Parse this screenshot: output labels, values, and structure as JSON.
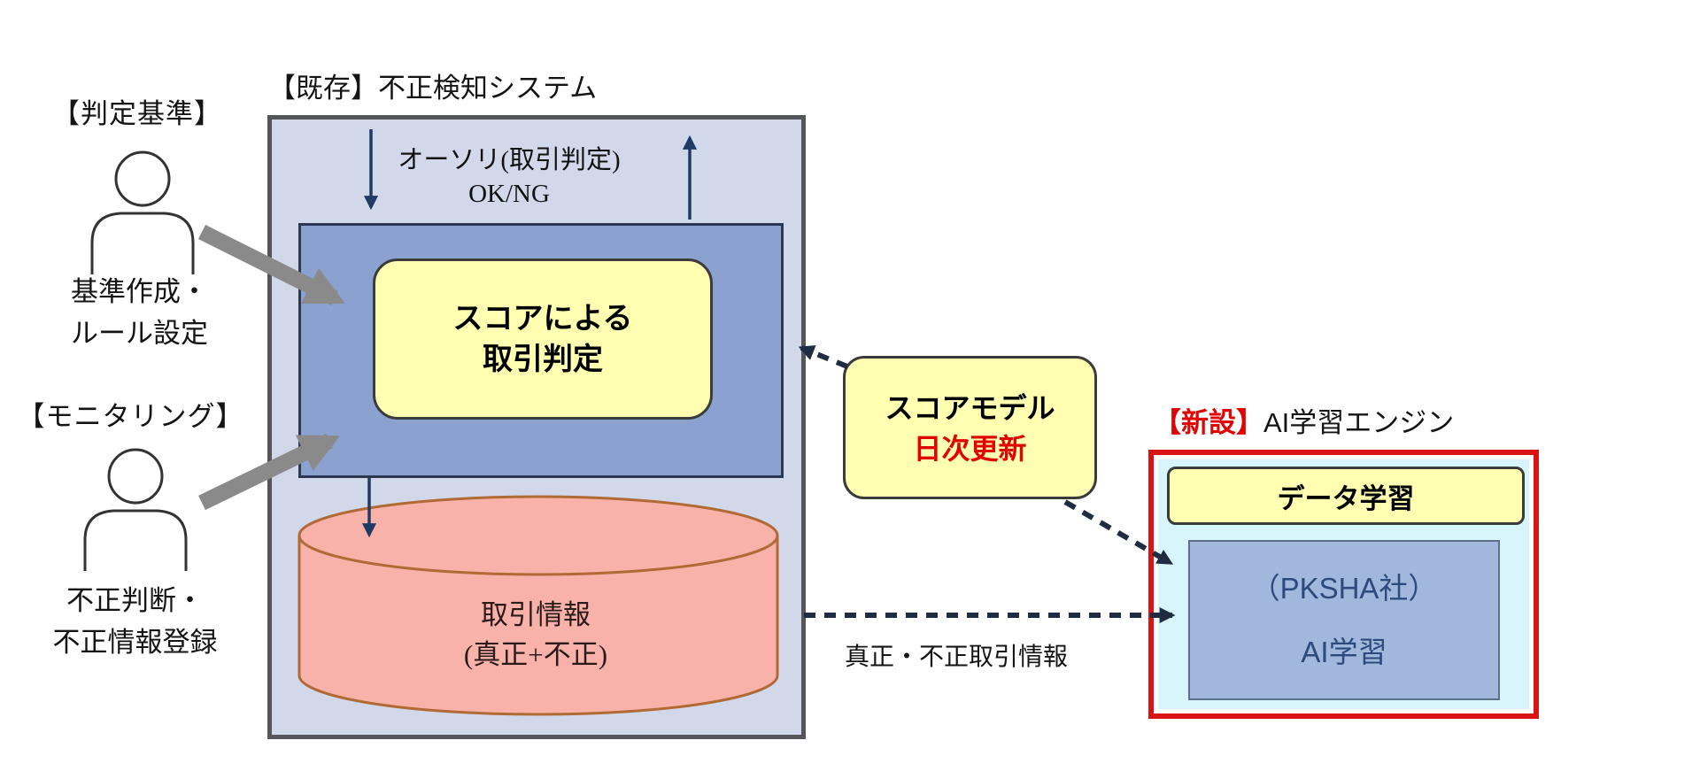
{
  "diagram": {
    "kind": "architecture-diagram",
    "colors": {
      "accent_red": "#da1414",
      "red_text": "#e00404",
      "yellow_box": "#feffb0",
      "main_box_fill": "#d1d8e9",
      "inner_box_fill": "#8ba1d0",
      "cylinder_fill": "#f9b2a9",
      "cylinder_stroke": "#b26a35",
      "ai_engine_fill": "#d8f5fb",
      "pksha_fill": "#a1b7db",
      "navy_arrow": "#203a66",
      "gray_arrow": "#8a8a8a",
      "dashed_arrow": "#202c42"
    }
  },
  "actors": [
    {
      "heading": "【判定基準】",
      "icon": "person",
      "caption_line1": "基準作成・",
      "caption_line2": "ルール設定"
    },
    {
      "heading": "【モニタリング】",
      "icon": "person",
      "caption_line1": "不正判断・",
      "caption_line2": "不正情報登録"
    }
  ],
  "existing_system": {
    "title": "【既存】不正検知システム",
    "auth_line1": "オーソリ(取引判定)",
    "auth_line2": "OK/NG",
    "score_box_line1": "スコアによる",
    "score_box_line2": "取引判定",
    "db_line1": "取引情報",
    "db_line2": "(真正+不正)"
  },
  "score_model": {
    "line1": "スコアモデル",
    "line2": "日次更新"
  },
  "flow_label": "真正・不正取引情報",
  "ai_engine": {
    "heading_new": "【新設】",
    "heading_rest": "AI学習エンジン",
    "data_learning": "データ学習",
    "pksha_line1": "（PKSHA社）",
    "pksha_line2": "AI学習"
  }
}
